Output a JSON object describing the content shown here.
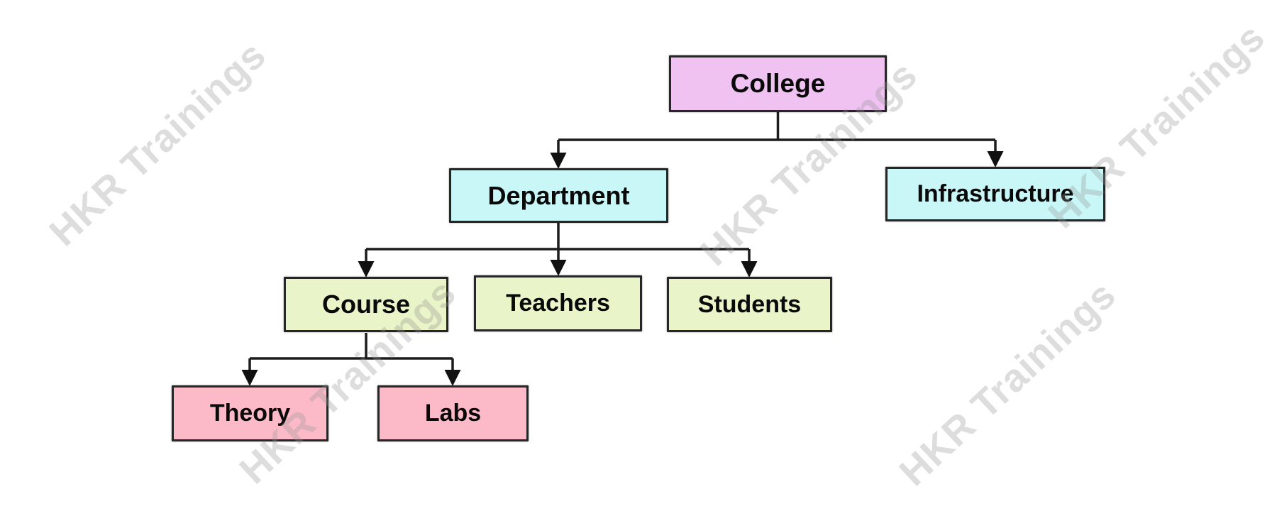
{
  "diagram": {
    "type": "tree",
    "description": "College organization hierarchy diagram",
    "watermark": {
      "text": "HKR Trainings"
    },
    "palette": {
      "background": "#ffffff",
      "college_fill": "#efc2f2",
      "level2_fill": "#c9f6f6",
      "level3_fill": "#e9f4c8",
      "level4_fill": "#fcbac9",
      "border": "#262626",
      "connector": "#1c1c1c",
      "text": "#0a0a0a",
      "watermark_gray": "#e5e5e5"
    },
    "nodes": {
      "college": {
        "label": "College"
      },
      "department": {
        "label": "Department"
      },
      "infrastructure": {
        "label": "Infrastructure"
      },
      "course": {
        "label": "Course"
      },
      "teachers": {
        "label": "Teachers"
      },
      "students": {
        "label": "Students"
      },
      "theory": {
        "label": "Theory"
      },
      "labs": {
        "label": "Labs"
      }
    },
    "edges": [
      {
        "from": "College",
        "to": "Department"
      },
      {
        "from": "College",
        "to": "Infrastructure"
      },
      {
        "from": "Department",
        "to": "Course"
      },
      {
        "from": "Department",
        "to": "Teachers"
      },
      {
        "from": "Department",
        "to": "Students"
      },
      {
        "from": "Course",
        "to": "Theory"
      },
      {
        "from": "Course",
        "to": "Labs"
      }
    ]
  }
}
